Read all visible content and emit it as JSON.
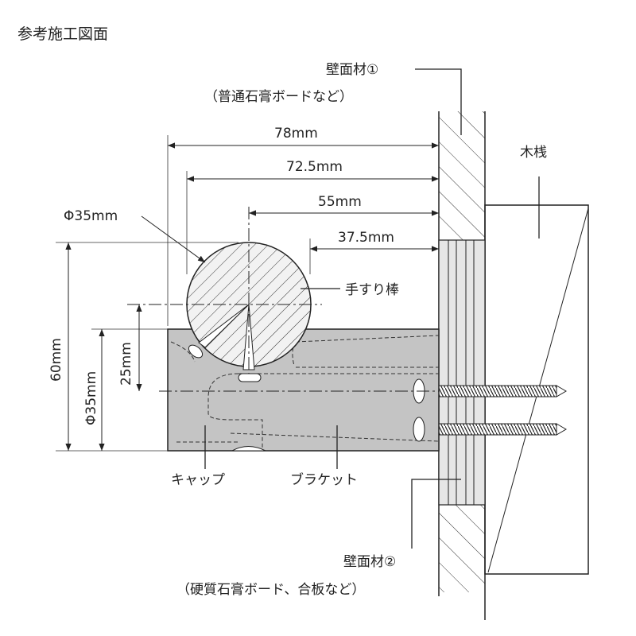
{
  "title": "参考施工図面",
  "labels": {
    "wall1": "壁面材①",
    "wall1_note": "（普通石膏ボードなど）",
    "stud": "木桟",
    "rail": "手すり棒",
    "cap": "キャップ",
    "bracket": "ブラケット",
    "wall2": "壁面材②",
    "wall2_note": "（硬質石膏ボード、合板など）"
  },
  "dimensions": {
    "d78": "78mm",
    "d72_5": "72.5mm",
    "d55": "55mm",
    "d37_5": "37.5mm",
    "phi_rail": "Φ35mm",
    "h60": "60mm",
    "phi_bracket": "Φ35mm",
    "h25": "25mm"
  },
  "colors": {
    "bracket": "#c4c4c4",
    "line": "#222222",
    "board": "#e6e6e6"
  }
}
